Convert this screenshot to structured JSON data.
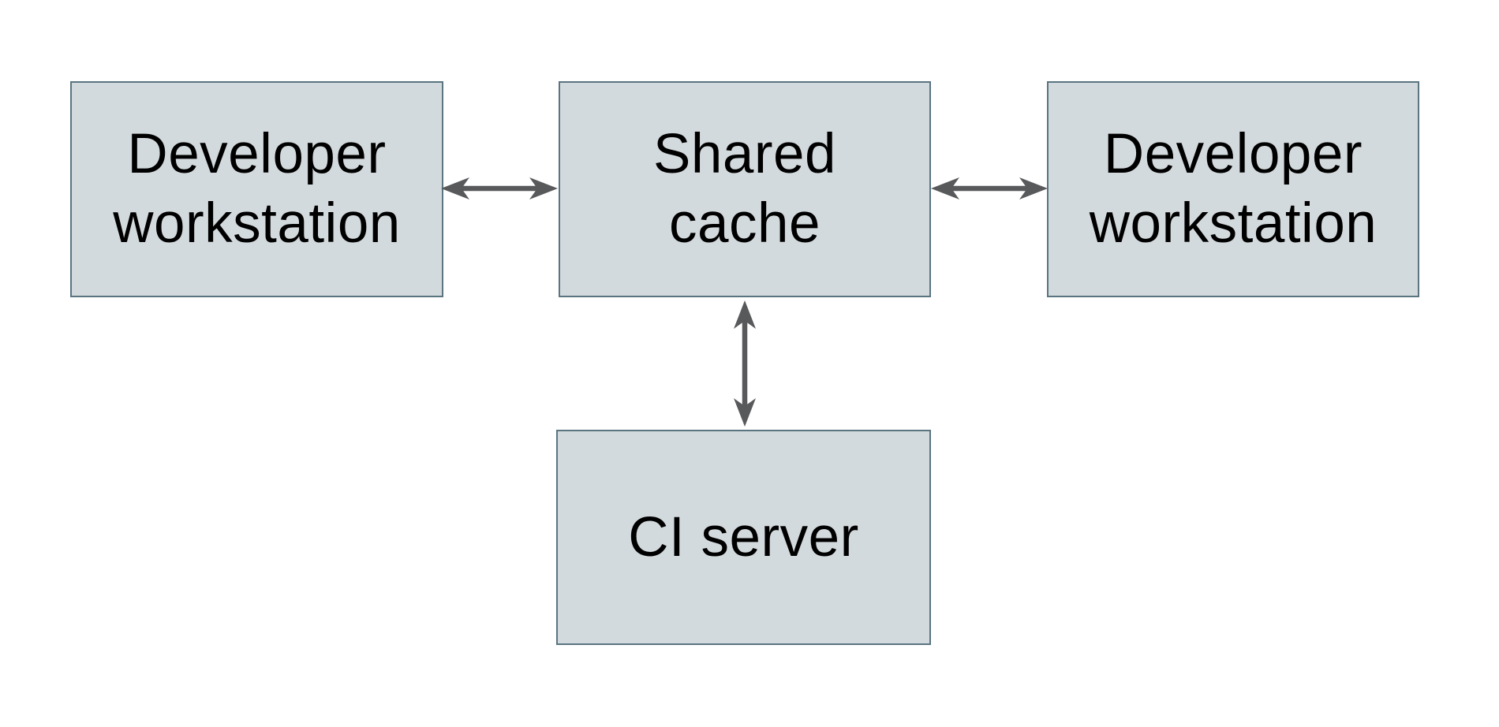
{
  "colors": {
    "background": "#ffffff",
    "node_fill": "#d3dadd",
    "node_border": "#5a7480",
    "arrow": "#58595b",
    "text": "#000000"
  },
  "nodes": {
    "dev_left": {
      "label": "Developer\nworkstation"
    },
    "shared_cache": {
      "label": "Shared\ncache"
    },
    "dev_right": {
      "label": "Developer\nworkstation"
    },
    "ci_server": {
      "label": "CI server"
    }
  },
  "connections": [
    {
      "from": "Developer workstation (left)",
      "to": "Shared cache",
      "type": "bidirectional"
    },
    {
      "from": "Shared cache",
      "to": "Developer workstation (right)",
      "type": "bidirectional"
    },
    {
      "from": "Shared cache",
      "to": "CI server",
      "type": "bidirectional"
    }
  ]
}
